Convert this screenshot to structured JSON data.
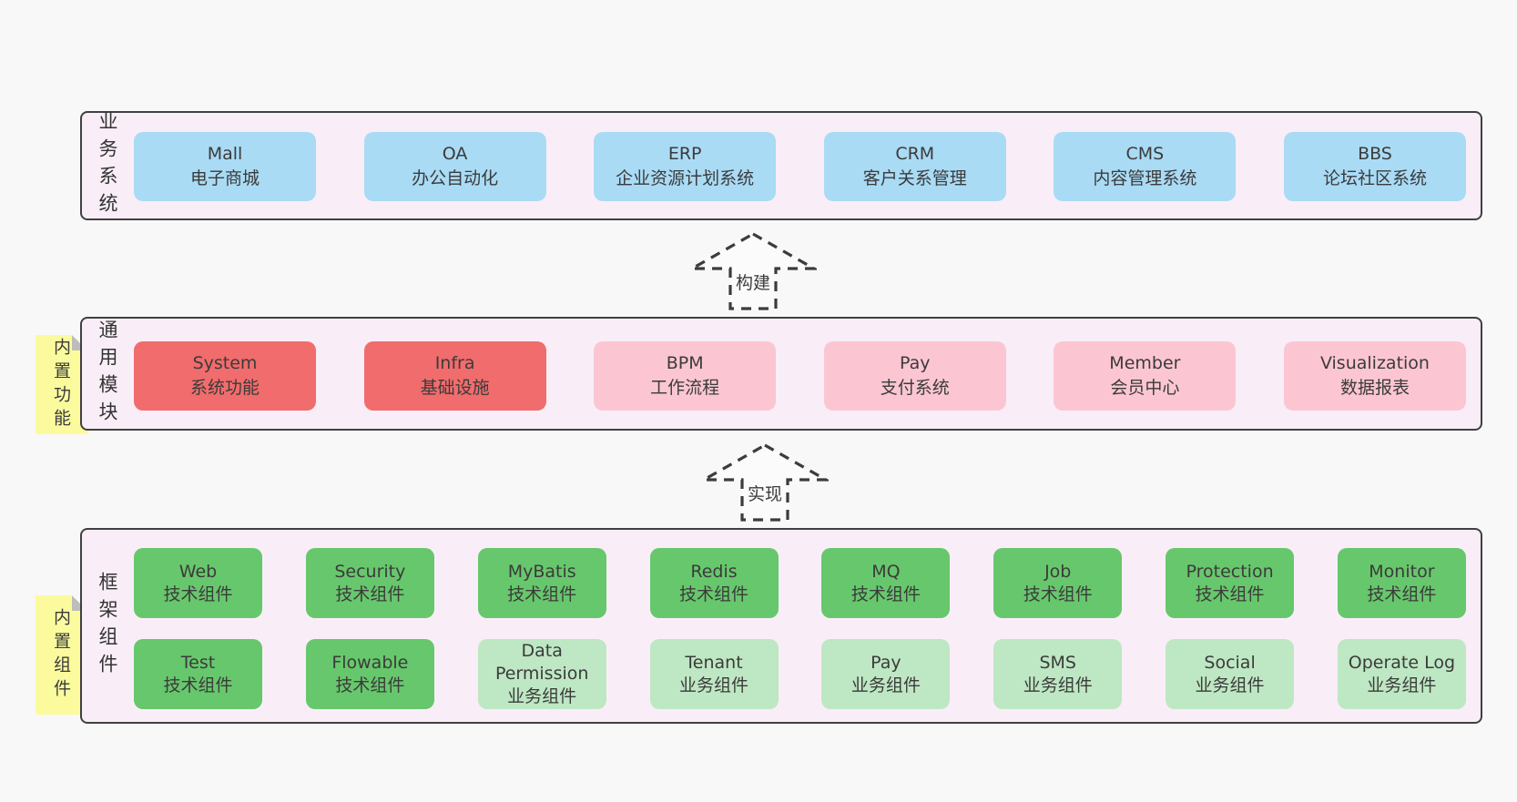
{
  "colors": {
    "page_bg": "#f8f8f8",
    "panel_bg": "#f9eef7",
    "panel_border": "#404040",
    "blue": "#a9dbf5",
    "red": "#f16c6c",
    "pink": "#fbc6d2",
    "green_dark": "#67c76c",
    "green_light": "#bee7c3",
    "tag_yellow": "#fbfb9e",
    "fold_gray": "#bdbdbd",
    "text": "#3b3b3b"
  },
  "arrows": [
    {
      "label": "构建"
    },
    {
      "label": "实现"
    }
  ],
  "tags": [
    {
      "label": "内置功能"
    },
    {
      "label": "内置组件"
    }
  ],
  "panels": [
    {
      "label": "业务系统",
      "boxes": [
        {
          "title": "Mall",
          "subtitle": "电子商城"
        },
        {
          "title": "OA",
          "subtitle": "办公自动化"
        },
        {
          "title": "ERP",
          "subtitle": "企业资源计划系统"
        },
        {
          "title": "CRM",
          "subtitle": "客户关系管理"
        },
        {
          "title": "CMS",
          "subtitle": "内容管理系统"
        },
        {
          "title": "BBS",
          "subtitle": "论坛社区系统"
        }
      ]
    },
    {
      "label": "通用模块",
      "boxes": [
        {
          "title": "System",
          "subtitle": "系统功能"
        },
        {
          "title": "Infra",
          "subtitle": "基础设施"
        },
        {
          "title": "BPM",
          "subtitle": "工作流程"
        },
        {
          "title": "Pay",
          "subtitle": "支付系统"
        },
        {
          "title": "Member",
          "subtitle": "会员中心"
        },
        {
          "title": "Visualization",
          "subtitle": "数据报表"
        }
      ]
    },
    {
      "label": "框架组件",
      "rows": [
        [
          {
            "title": "Web",
            "subtitle": "技术组件"
          },
          {
            "title": "Security",
            "subtitle": "技术组件"
          },
          {
            "title": "MyBatis",
            "subtitle": "技术组件"
          },
          {
            "title": "Redis",
            "subtitle": "技术组件"
          },
          {
            "title": "MQ",
            "subtitle": "技术组件"
          },
          {
            "title": "Job",
            "subtitle": "技术组件"
          },
          {
            "title": "Protection",
            "subtitle": "技术组件"
          },
          {
            "title": "Monitor",
            "subtitle": "技术组件"
          }
        ],
        [
          {
            "title": "Test",
            "subtitle": "技术组件"
          },
          {
            "title": "Flowable",
            "subtitle": "技术组件"
          },
          {
            "title": "Data Permission",
            "subtitle": "业务组件"
          },
          {
            "title": "Tenant",
            "subtitle": "业务组件"
          },
          {
            "title": "Pay",
            "subtitle": "业务组件"
          },
          {
            "title": "SMS",
            "subtitle": "业务组件"
          },
          {
            "title": "Social",
            "subtitle": "业务组件"
          },
          {
            "title": "Operate Log",
            "subtitle": "业务组件"
          }
        ]
      ]
    }
  ]
}
